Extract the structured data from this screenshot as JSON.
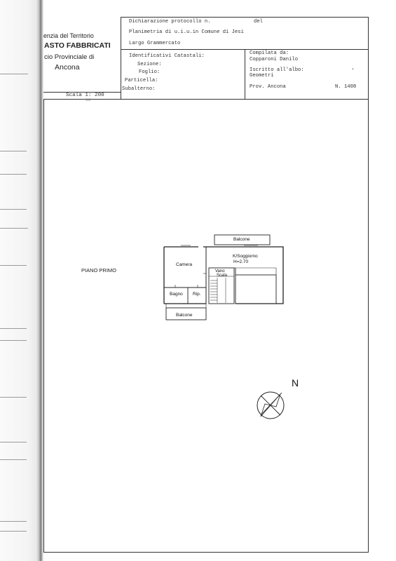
{
  "header": {
    "agency_line1": "enzia del Territorio",
    "agency_line2": "ASTO FABBRICATI",
    "agency_line3": "cio Provinciale di",
    "agency_line4": "Ancona",
    "scale_label": "Scala 1: 200",
    "protocol_label": "Dichiarazione protocollo n.",
    "protocol_del": "del",
    "planimetria": "Planimetria di u.i.u.in Comune di Jesi",
    "address": "Largo Grammercato",
    "identificativi": "Identificativi Catastali:",
    "sezione": "Sezione:",
    "foglio": "Foglio:",
    "particella": "Particella:",
    "subalterno": "Subalterno:",
    "compilata": "Compilata da:",
    "compilatore": "Copparoni Danilo",
    "iscritto": "Iscritto all'albo:",
    "albo": "Geometri",
    "prov": "Prov. Ancona",
    "numero": "N.  1408"
  },
  "plan": {
    "floor_label": "PIANO PRIMO",
    "rooms": {
      "balcone_top": "Balcone",
      "camera": "Camera",
      "soggiorno": "K/Soggiorno",
      "height": "H=2.70",
      "vano": "Vano",
      "scala": "Scala",
      "bagno": "Bagno",
      "rip": "Rip.",
      "balcone_bottom": "Balcone"
    },
    "north": "N"
  }
}
